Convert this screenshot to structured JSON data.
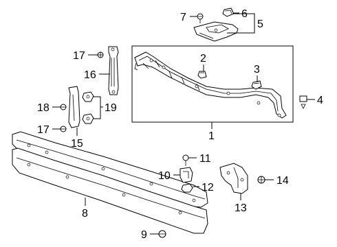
{
  "callouts": [
    {
      "id": "1",
      "label": "1"
    },
    {
      "id": "2",
      "label": "2"
    },
    {
      "id": "3",
      "label": "3"
    },
    {
      "id": "4",
      "label": "4"
    },
    {
      "id": "5",
      "label": "5"
    },
    {
      "id": "6",
      "label": "6"
    },
    {
      "id": "7",
      "label": "7"
    },
    {
      "id": "8",
      "label": "8"
    },
    {
      "id": "9",
      "label": "9"
    },
    {
      "id": "10",
      "label": "10"
    },
    {
      "id": "11",
      "label": "11"
    },
    {
      "id": "12",
      "label": "12"
    },
    {
      "id": "13",
      "label": "13"
    },
    {
      "id": "14",
      "label": "14"
    },
    {
      "id": "15",
      "label": "15"
    },
    {
      "id": "16",
      "label": "16"
    },
    {
      "id": "17a",
      "label": "17"
    },
    {
      "id": "17b",
      "label": "17"
    },
    {
      "id": "18",
      "label": "18"
    },
    {
      "id": "19",
      "label": "19"
    }
  ],
  "colors": {
    "line": "#000000",
    "background": "#ffffff"
  }
}
